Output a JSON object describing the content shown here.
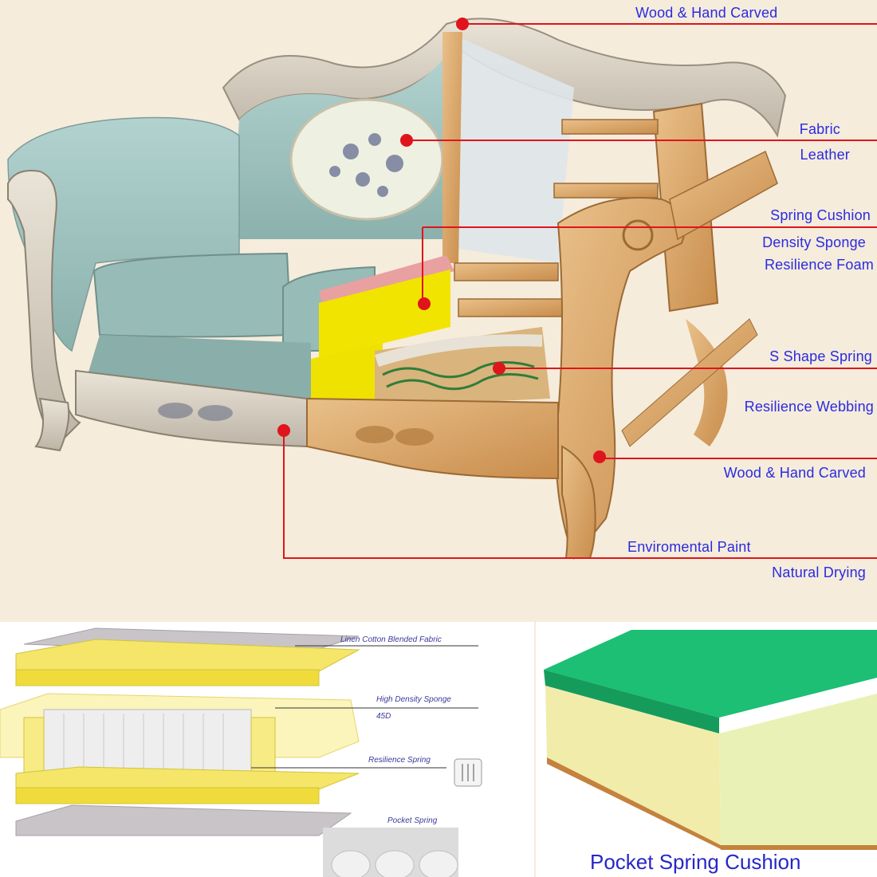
{
  "sofa_callouts": [
    {
      "id": "wood-hand-carved-top",
      "lines": [
        "Wood & Hand Carved"
      ]
    },
    {
      "id": "fabric-leather",
      "lines": [
        "Fabric",
        "Leather"
      ]
    },
    {
      "id": "spring-cushion",
      "lines": [
        "Spring Cushion"
      ]
    },
    {
      "id": "density-sponge",
      "lines": [
        "Density Sponge",
        "Resilience Foam"
      ]
    },
    {
      "id": "s-shape-spring",
      "lines": [
        "S Shape Spring"
      ]
    },
    {
      "id": "resilience-webbing",
      "lines": [
        "Resilience Webbing"
      ]
    },
    {
      "id": "wood-hand-carved-leg",
      "lines": [
        "Wood & Hand Carved"
      ]
    },
    {
      "id": "enviromental-paint",
      "lines": [
        "Enviromental Paint",
        "Natural Drying"
      ]
    }
  ],
  "cushion_layers": {
    "fabric": "Linen Cotton Blended Fabric",
    "sponge": [
      "High Density Sponge",
      "45D"
    ],
    "resilience_spring": "Resilience Spring",
    "pocket_spring": "Pocket Spring"
  },
  "pocket_cushion": {
    "caption": "Pocket Spring Cushion"
  },
  "colors": {
    "label_text": "#2b2be0",
    "leader_line": "#e0141c",
    "fabric_teal": "#9fc2c0",
    "wood": "#dcae6e",
    "foam_yellow": "#f1e400",
    "foam_green": "#1cbf74"
  }
}
